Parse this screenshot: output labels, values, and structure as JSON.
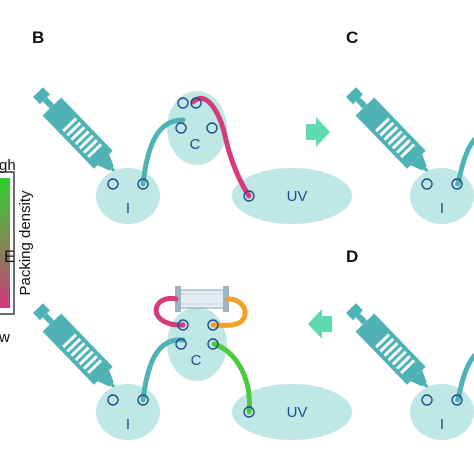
{
  "panels": {
    "b": "B",
    "c": "C",
    "d": "D",
    "e": "E"
  },
  "nodes": {
    "injector": "I",
    "column": "C",
    "uv": "UV"
  },
  "colorbar": {
    "label": "Packing density",
    "high": "gh",
    "low": "w"
  },
  "colors": {
    "cell": "#bfe7e6",
    "instrument": "#4fb3b6",
    "port": "#1f4e8c",
    "tube_magenta": "#d63a7a",
    "tube_orange": "#f2a12b",
    "tube_green": "#4ccc3a",
    "arrow": "#5fd9b0"
  }
}
